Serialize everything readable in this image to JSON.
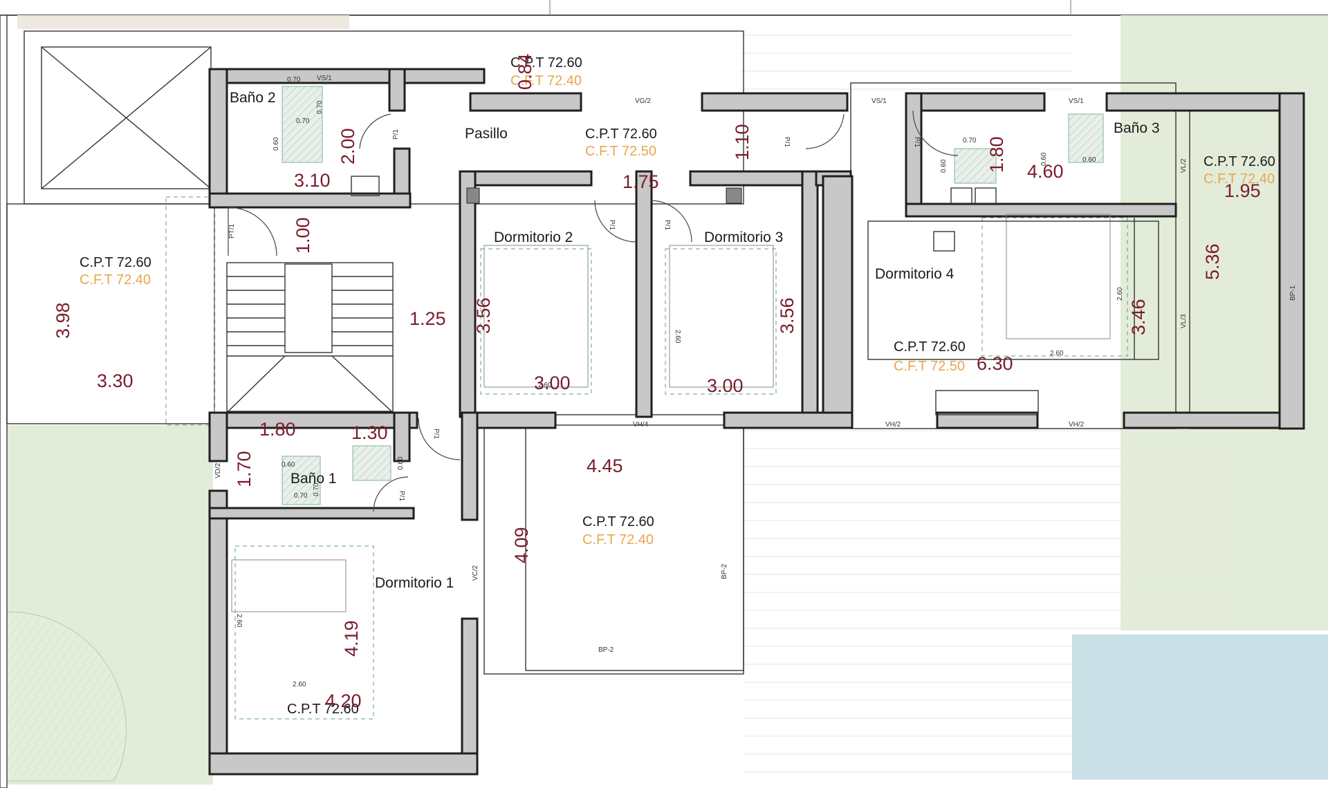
{
  "rooms": {
    "bano2": "Baño 2",
    "pasillo": "Pasillo",
    "bano3": "Baño 3",
    "dorm2": "Dormitorio 2",
    "dorm3": "Dormitorio 3",
    "dorm4": "Dormitorio 4",
    "bano1": "Baño 1",
    "dorm1": "Dormitorio 1"
  },
  "levels": {
    "top_cpt": "C.P.T 72.60",
    "top_cft": "C.F.T 72.40",
    "pasillo_cpt": "C.P.T 72.60",
    "pasillo_cft": "C.F.T 72.50",
    "right_cpt": "C.P.T 72.60",
    "right_cft": "C.F.T 72.40",
    "left_cpt": "C.P.T 72.60",
    "left_cft": "C.F.T 72.40",
    "dorm4_cpt": "C.P.T 72.60",
    "dorm4_cft": "C.F.T 72.50",
    "terrace_cpt": "C.P.T 72.60",
    "terrace_cft": "C.F.T 72.40",
    "dorm1_cpt": "C.P.T 72.60"
  },
  "dimensions": {
    "d_084": "0.84",
    "d_310": "3.10",
    "d_200": "2.00",
    "d_110": "1.10",
    "d_175": "1.75",
    "d_180a": "1.80",
    "d_460": "4.60",
    "d_195": "1.95",
    "d_100": "1.00",
    "d_398": "3.98",
    "d_330": "3.30",
    "d_125": "1.25",
    "d_356a": "3.56",
    "d_356b": "3.56",
    "d_300a": "3.00",
    "d_300b": "3.00",
    "d_536": "5.36",
    "d_346": "3.46",
    "d_630": "6.30",
    "d_180b": "1.80",
    "d_130": "1.30",
    "d_170": "1.70",
    "d_445": "4.45",
    "d_409": "4.09",
    "d_419": "4.19",
    "d_420": "4.20"
  },
  "tags": {
    "vs1a": "VS/1",
    "vg2": "VG/2",
    "vs1b": "VS/1",
    "vs1c": "VS/1",
    "vh4": "VH/4",
    "vh2a": "VH/2",
    "vh2b": "VH/2",
    "vd2": "VD/2",
    "vc2": "VC/2",
    "vl2": "VL/2",
    "vl3": "VL/3",
    "bp1": "BP-1",
    "bp2a": "BP-2",
    "bp2b": "BP-2",
    "p1a": "P/1",
    "p1b": "P/1",
    "p1c": "P/1",
    "p1d": "P/1",
    "p1e": "P/1",
    "p1f": "P/1",
    "p1g": "P/1",
    "pt1": "PT/1"
  },
  "small_dims": {
    "s070a": "0.70",
    "s060a": "0.60",
    "s070b": "0.70",
    "s070c": "0.70",
    "s060b": "0.60",
    "s070d": "0.70",
    "s060c": "0.60",
    "s260a": "2.60",
    "s260b": "2.60",
    "s260c": "2.60",
    "s260d": "2.60",
    "s260e": "2.60",
    "s260f": "2.60",
    "s070e": "0.70",
    "s060d": "0.60",
    "s070f": "0.70",
    "s060e": "0.60",
    "s060f": "0.60"
  }
}
